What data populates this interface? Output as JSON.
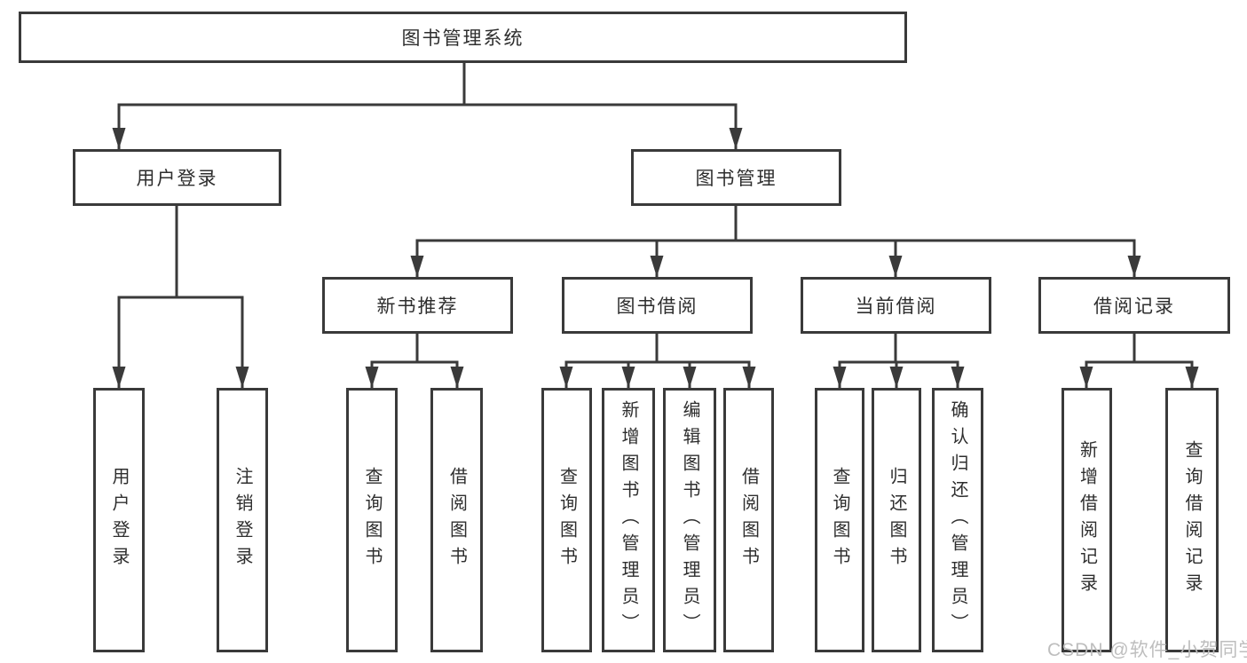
{
  "tree": {
    "root": {
      "label": "图书管理系统",
      "children": [
        {
          "label": "用户登录",
          "children": [
            {
              "label": "用户登录"
            },
            {
              "label": "注销登录"
            }
          ]
        },
        {
          "label": "图书管理",
          "children": [
            {
              "label": "新书推荐",
              "children": [
                {
                  "label": "查询图书"
                },
                {
                  "label": "借阅图书"
                }
              ]
            },
            {
              "label": "图书借阅",
              "children": [
                {
                  "label": "查询图书"
                },
                {
                  "label": "新增图书（管理员）"
                },
                {
                  "label": "编辑图书（管理员）"
                },
                {
                  "label": "借阅图书"
                }
              ]
            },
            {
              "label": "当前借阅",
              "children": [
                {
                  "label": "查询图书"
                },
                {
                  "label": "归还图书"
                },
                {
                  "label": "确认归还（管理员）"
                }
              ]
            },
            {
              "label": "借阅记录",
              "children": [
                {
                  "label": "新增借阅记录"
                },
                {
                  "label": "查询借阅记录"
                }
              ]
            }
          ]
        }
      ]
    }
  },
  "watermark": {
    "text": "CSDN @软件_小贺同学"
  },
  "colors": {
    "line": "#3a3a3a",
    "text": "#2e2e2e",
    "watermark": "#bababa"
  }
}
